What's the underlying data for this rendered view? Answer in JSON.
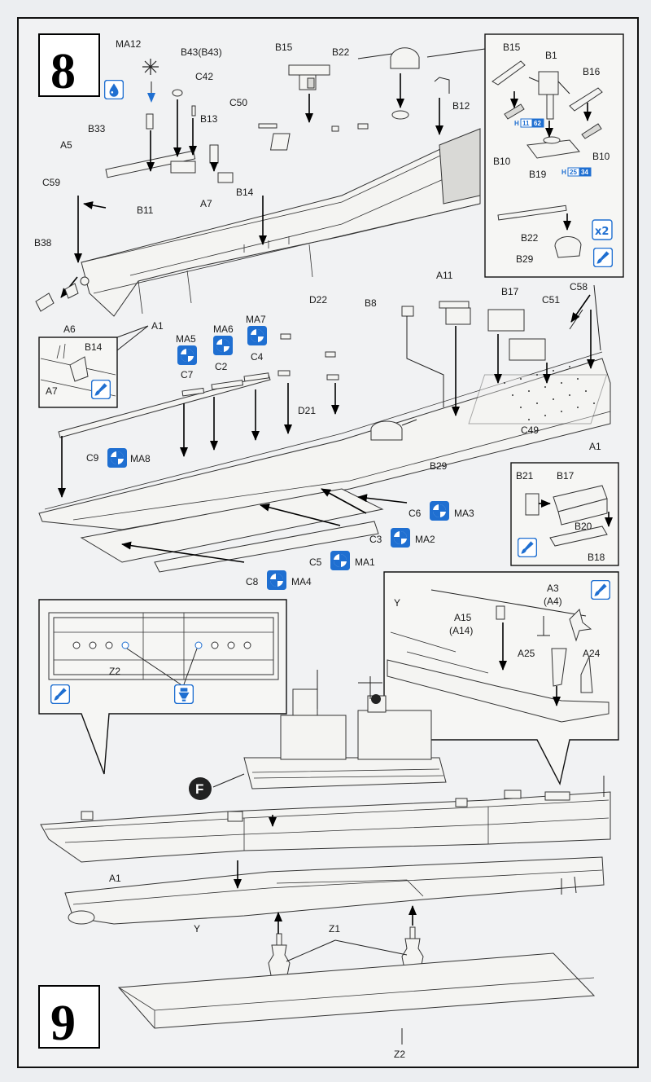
{
  "colors": {
    "accent_blue": "#1f6fd1",
    "paper": "#eceef1",
    "ink": "#111111"
  },
  "step8": {
    "number": "8",
    "labels": {
      "MA12": "MA12",
      "B43": "B43(B43)",
      "C42": "C42",
      "B15": "B15",
      "B22": "B22",
      "B33": "B33",
      "B13": "B13",
      "C50": "C50",
      "B12": "B12",
      "A5": "A5",
      "A7": "A7",
      "B14": "B14",
      "C59": "C59",
      "B11": "B11",
      "B38": "B38",
      "A6": "A6",
      "A1": "A1",
      "B8": "B8",
      "A11": "A11",
      "B17": "B17",
      "C51": "C51",
      "C58": "C58",
      "D22": "D22",
      "MA5": "MA5",
      "MA6": "MA6",
      "MA7": "MA7",
      "C7": "C7",
      "C2": "C2",
      "C4": "C4",
      "D21": "D21",
      "C49": "C49",
      "C9": "C9",
      "MA8": "MA8",
      "B29": "B29",
      "C6": "C6",
      "MA3": "MA3",
      "C3": "C3",
      "MA2": "MA2",
      "C5": "C5",
      "MA1": "MA1",
      "C8": "C8",
      "MA4": "MA4"
    },
    "inset_top_right": {
      "labels": {
        "B15": "B15",
        "B1": "B1",
        "B16": "B16",
        "B10a": "B10",
        "B10b": "B10",
        "B19": "B19",
        "B22": "B22",
        "B29": "B29"
      },
      "h_codes": [
        {
          "h": "H",
          "a": "11",
          "b": "62"
        },
        {
          "h": "H",
          "a": "25",
          "b": "34"
        }
      ],
      "quantity": "x2"
    },
    "inset_left": {
      "labels": {
        "B14": "B14",
        "A7": "A7"
      }
    },
    "inset_right": {
      "labels": {
        "B21": "B21",
        "B17": "B17",
        "B20": "B20",
        "B18": "B18"
      }
    }
  },
  "step9": {
    "number": "9",
    "inset_left": {
      "labels": {
        "Z2": "Z2"
      }
    },
    "inset_right": {
      "labels": {
        "A3": "A3",
        "A4": "(A4)",
        "Y": "Y",
        "A15": "A15",
        "A14": "(A14)",
        "A25": "A25",
        "A24": "A24"
      }
    },
    "subassembly": "F",
    "labels": {
      "A1": "A1",
      "Y": "Y",
      "Z1": "Z1",
      "Z2": "Z2"
    }
  }
}
